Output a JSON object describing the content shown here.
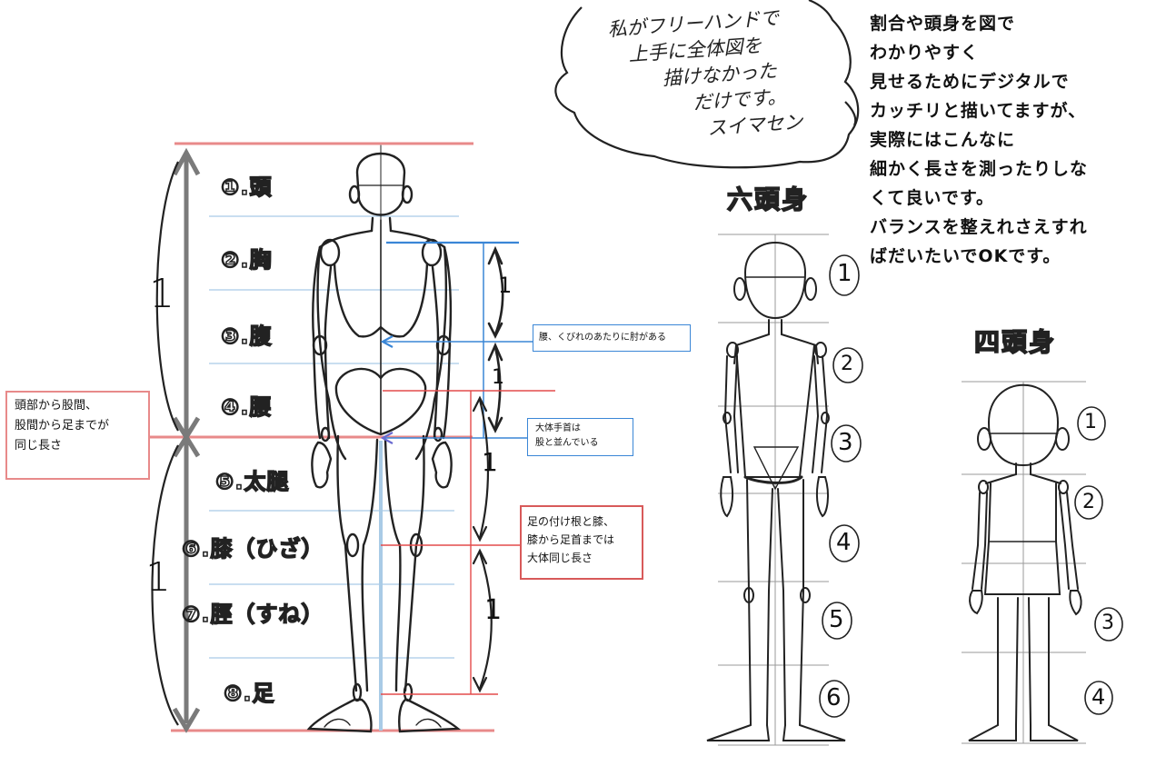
{
  "segments": {
    "s1": "①.頭",
    "s2": "②.胸",
    "s3": "③.腹",
    "s4": "④.腰",
    "s5": "⑤.太腿",
    "s6": "⑥.膝（ひざ）",
    "s7": "⑦.脛（すね）",
    "s8": "⑧.足"
  },
  "ratio_marks": {
    "upper": "1",
    "lower": "1",
    "chest_to_elbow": "1",
    "elbow_to_wrist": "1",
    "hip_to_knee": "1",
    "knee_to_ankle": "1"
  },
  "notes": {
    "half_length_lines": [
      "頭部から股間、",
      "股間から足までが",
      "同じ長さ"
    ],
    "elbow": "腰、くびれのあたりに肘がある",
    "wrist_lines": [
      "大体手首は",
      "股と並んでいる"
    ],
    "leg_lines": [
      "足の付け根と膝、",
      "膝から足首までは",
      "大体同じ長さ"
    ]
  },
  "colors": {
    "pink": "#e88a8a",
    "red": "#e34b4b",
    "blue": "#3a86d6",
    "light_blue": "#a9cbe6",
    "gray_arrow": "#7a7a7a"
  },
  "handwritten_bubble_lines": [
    "私がフリーハンドで",
    "上手に全体図を",
    "描けなかった",
    "だけです。",
    "スイマセン"
  ],
  "explanation_lines": [
    "割合や頭身を図で",
    "わかりやすく",
    "見せるためにデジタルで",
    "カッチリと描いてますが、",
    "実際にはこんなに",
    "細かく長さを測ったりしな",
    "くて良いです。",
    "バランスを整えれさえすれ",
    "ばだいたいでOKです。"
  ],
  "six_heads": {
    "title": "六頭身",
    "numbers": [
      "1",
      "2",
      "3",
      "4",
      "5",
      "6"
    ]
  },
  "four_heads": {
    "title": "四頭身",
    "numbers": [
      "1",
      "2",
      "3",
      "4"
    ]
  }
}
